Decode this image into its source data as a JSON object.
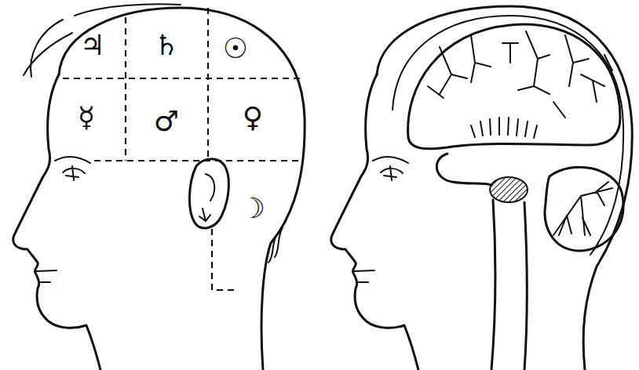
{
  "diagram": {
    "labels": [
      "♃",
      "♄",
      "☉",
      "☿",
      "♂",
      "♀",
      "☽"
    ]
  }
}
